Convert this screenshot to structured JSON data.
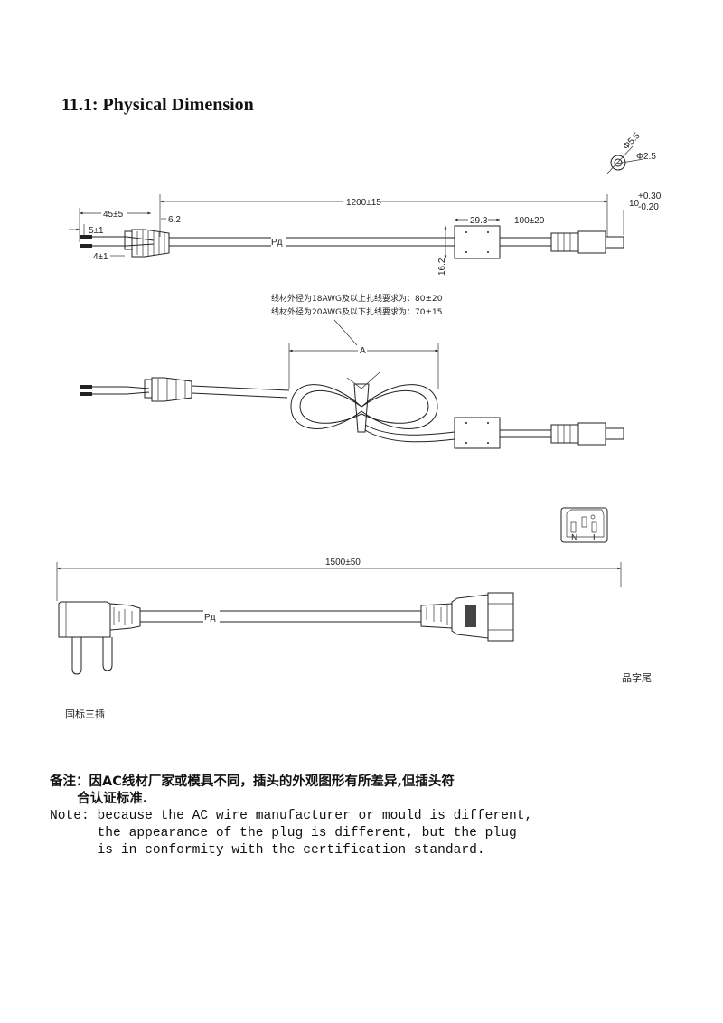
{
  "title": "11.1: Physical Dimension",
  "dc_cable": {
    "tip_outer_dia": "Φ5.5",
    "tip_inner_dia": "Φ2.5",
    "total_length": "1200±15",
    "strip_length": "45±5",
    "tin_length": "5±1",
    "strain_relief": "6.2",
    "wire_split": "4±1",
    "ferrite_length": "29.3",
    "ferrite_to_plug": "100±20",
    "ferrite_height": "16.2",
    "plug_length": "10",
    "plug_tol_plus": "+0.30",
    "plug_tol_minus": "-0.20",
    "break_mark": "Pд",
    "bundle_note_1": "线材外径为18AWG及以上扎线要求为：80±20",
    "bundle_note_2": "线材外径为20AWG及以下扎线要求为：70±15",
    "bundle_dim": "A"
  },
  "ac_cable": {
    "total_length": "1500±50",
    "break_mark": "Pд",
    "outlet_labels": [
      "N",
      "L"
    ],
    "right_caption": "品字尾",
    "left_caption": "国标三插"
  },
  "notes": {
    "cn_line_1": "备注：因AC线材厂家或模具不同，插头的外观图形有所差异,但插头符",
    "cn_line_2": "      合认证标准.",
    "en_line_1": "Note: because the AC wire manufacturer or mould is different,",
    "en_line_2": "      the appearance of the plug is different, but the plug",
    "en_line_3": "      is in conformity with the certification standard."
  }
}
